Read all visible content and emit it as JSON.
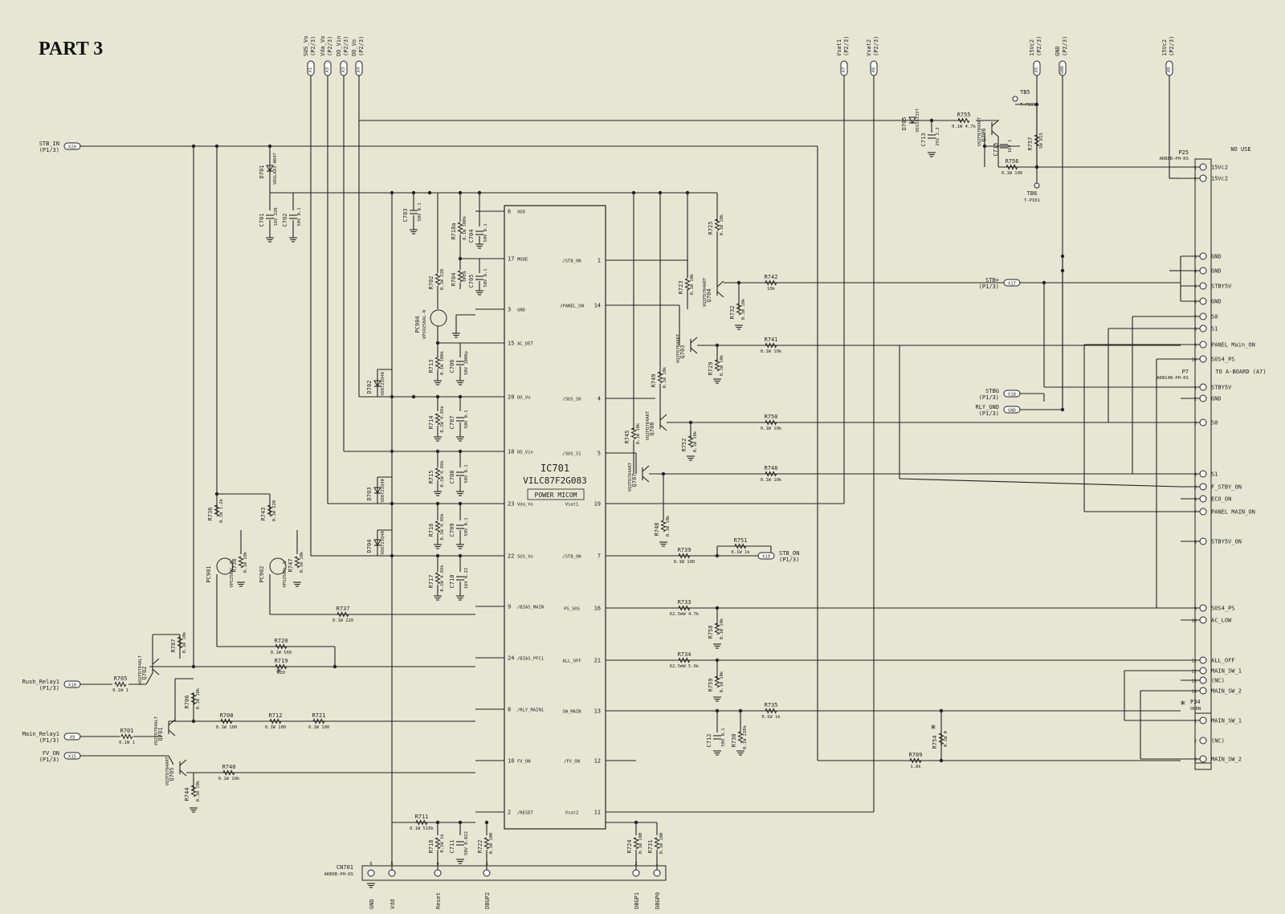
{
  "title": "PART 3",
  "ic": {
    "ref": "IC701",
    "part": "VILC87F2G083",
    "function": "POWER MICOM"
  },
  "left_pins": [
    {
      "num": "6",
      "name": "VDD"
    },
    {
      "num": "17",
      "name": "MODE"
    },
    {
      "num": "3",
      "name": "GND"
    },
    {
      "num": "15",
      "name": "AC_DET"
    },
    {
      "num": "20",
      "name": "DD_Vo"
    },
    {
      "num": "18",
      "name": "DD_Vin"
    },
    {
      "num": "23",
      "name": "Vda_Vo"
    },
    {
      "num": "22",
      "name": "SUS_Vo"
    },
    {
      "num": "9",
      "name": "/BIAS_MAIN"
    },
    {
      "num": "24",
      "name": "/BIAS_PFC1"
    },
    {
      "num": "8",
      "name": "/RLY_MAIN1"
    },
    {
      "num": "10",
      "name": "FV_ON"
    },
    {
      "num": "2",
      "name": "/RESET"
    }
  ],
  "right_pins": [
    {
      "num": "1",
      "name": "/STB_ON"
    },
    {
      "num": "14",
      "name": "/PANEL_ON"
    },
    {
      "num": "4",
      "name": "/SUS_S0"
    },
    {
      "num": "5",
      "name": "/SUS_S1"
    },
    {
      "num": "19",
      "name": "Vsat1"
    },
    {
      "num": "7",
      "name": "/STB_ON"
    },
    {
      "num": "16",
      "name": "PS_SOS"
    },
    {
      "num": "21",
      "name": "ALL_OFF"
    },
    {
      "num": "13",
      "name": "SW_MAIN"
    },
    {
      "num": "12",
      "name": "/FV_ON"
    },
    {
      "num": "11",
      "name": "Vsat2"
    }
  ],
  "top_ports": [
    {
      "id": "X1",
      "name": "SUS_Vo",
      "sheet": "(P2/3)"
    },
    {
      "id": "X2",
      "name": "Vda_Vo",
      "sheet": "(P2/3)"
    },
    {
      "id": "X3",
      "name": "DD_Vin",
      "sheet": "(P2/3)"
    },
    {
      "id": "X4",
      "name": "DD_Vo",
      "sheet": "(P2/3)"
    },
    {
      "id": "X7",
      "name": "Vsat1",
      "sheet": "(P2/3)"
    },
    {
      "id": "X6",
      "name": "Vsat2",
      "sheet": "(P2/3)"
    },
    {
      "id": "X5",
      "name": "15Vc2",
      "sheet": "(P2/3)"
    },
    {
      "id": "GND",
      "name": "GND",
      "sheet": "(P2/3)"
    },
    {
      "id": "X8",
      "name": "15Vc2",
      "sheet": "(P2/3)"
    }
  ],
  "left_ports": [
    {
      "id": "X20",
      "name": "STB_IN",
      "sheet": "(P1/3)"
    },
    {
      "id": "X10",
      "name": "Rush_Relay1",
      "sheet": "(P1/3)"
    },
    {
      "id": "X9",
      "name": "Main_Relay1",
      "sheet": "(P1/3)"
    },
    {
      "id": "X15",
      "name": "FV_ON",
      "sheet": "(P1/3)"
    }
  ],
  "mid_ports": [
    {
      "id": "X17",
      "name": "STB+",
      "sheet": "(P1/3)"
    },
    {
      "id": "X18",
      "name": "STBG",
      "sheet": "(P1/3)"
    },
    {
      "id": "GND",
      "name": "RLY_GND",
      "sheet": "(P1/3)"
    },
    {
      "id": "X19",
      "name": "STB_ON",
      "sheet": "(P1/3)"
    }
  ],
  "connectors": {
    "p25": {
      "ref": "P25",
      "part": "AKB8B-PH-KS",
      "note": "NO USE",
      "pins": [
        {
          "n": "1",
          "label": "15Vc2"
        },
        {
          "n": "2",
          "label": "15Vc2"
        },
        {
          "n": "3",
          "label": "GND"
        },
        {
          "n": "4",
          "label": "GND"
        },
        {
          "n": "5",
          "label": "STBY5V"
        },
        {
          "n": "6",
          "label": "GND"
        },
        {
          "n": "7",
          "label": "S0"
        },
        {
          "n": "8",
          "label": "S1"
        },
        {
          "n": "9",
          "label": "PANEL Main_ON"
        },
        {
          "n": "10",
          "label": "SOS4_PS"
        }
      ]
    },
    "p7": {
      "ref": "P7",
      "part": "AKB14B-PH-KS",
      "note": "TO A-BOARD (A7)",
      "pins": [
        {
          "n": "1",
          "label": "STBY5V"
        },
        {
          "n": "2",
          "label": "GND"
        },
        {
          "n": "3",
          "label": "S0"
        },
        {
          "n": "4",
          "label": "S1"
        },
        {
          "n": "5",
          "label": "F_STBY_ON"
        },
        {
          "n": "6",
          "label": "ECO_ON"
        },
        {
          "n": "7",
          "label": "PANEL MAIN_ON"
        },
        {
          "n": "8",
          "label": "STBY5V_ON"
        },
        {
          "n": "9",
          "label": "SOS4_PS"
        },
        {
          "n": "10",
          "label": "AC_LOW"
        },
        {
          "n": "11",
          "label": "ALL_OFF"
        },
        {
          "n": "12",
          "label": "MAIN_SW_1"
        },
        {
          "n": "13",
          "label": "(NC)"
        },
        {
          "n": "14",
          "label": "MAIN_SW_2"
        }
      ]
    },
    "p34": {
      "ref": "P34",
      "part": "OPEN",
      "note": "*",
      "pins": [
        {
          "n": "1",
          "label": "MAIN_SW_1"
        },
        {
          "n": "2",
          "label": "(NC)"
        },
        {
          "n": "3",
          "label": "MAIN_SW_2"
        }
      ]
    },
    "cn701": {
      "ref": "CN701",
      "part": "AKB6B-PH-KS",
      "pins": [
        {
          "n": "6",
          "label": "GND"
        },
        {
          "n": "5",
          "label": "Vdd"
        },
        {
          "n": "4",
          "label": "Reset"
        },
        {
          "n": "3",
          "label": "DBGP2"
        },
        {
          "n": "2",
          "label": "DBGP1"
        },
        {
          "n": "1",
          "label": "DBGP0"
        }
      ]
    }
  },
  "components": {
    "D701": "VDSLA93-004T",
    "C701": "16V 220",
    "C702": "50V 0.1",
    "C703": "50V 0.1",
    "R718a": "0.1W 100k",
    "C704": "50V 0.1",
    "R702": "0.1W 220",
    "R704": "OPEN",
    "C705": "50V 0.1",
    "PC904": "VPS9250AL-N",
    "R713": "0.1W 100k",
    "C706": "50V 1000p",
    "D702": "VD8721Q40",
    "R714": "0.1W 4.99k",
    "C707": "50V 0.1",
    "R715": "0.1W 4.99k",
    "C708": "50V 0.1",
    "D703": "VD8721Q40",
    "R716": "0.1W 4.99k",
    "C709": "50V 0.1",
    "D704": "VD8721Q40",
    "R717": "0.1W 4.99k",
    "C710": "16V 0.22",
    "R736": "0.1W 1.2k",
    "R743": "0.1W 220",
    "R738": "0.1W 10k",
    "R747": "0.1W 10k",
    "PC901": "VPS250AL-N",
    "PC902": "VPS250AL-N",
    "R737": "0.1W 220",
    "R720": "0.1W 560",
    "R719": "R20",
    "Q702": "VQ2FD784ALT",
    "R787": "0.1W 10k",
    "R705": "0.1W 1",
    "Q701": "VQ2FD784ALT",
    "R706": "0.1W 10k",
    "R701": "0.1W 1",
    "R708": "0.1W 100",
    "R712": "0.1W 100",
    "R721": "0.1W 100",
    "Q705": "VQ2FD784ART",
    "R740": "0.1W 10k",
    "R744": "0.1W 10k",
    "R711": "0.1W 510k",
    "R718": "0.1W 1k",
    "C711": "50V 0.022",
    "R722": "0.1W 100",
    "R724": "0.1W 100",
    "R731": "0.1W 100",
    "R725": "0.1W 10k",
    "Q704": "VQ2FD784ART",
    "R723": "0.1W 10k",
    "R742": "10k",
    "R732": "0.1W 10k",
    "Q703": "VQ2FD784ART",
    "R729": "0.1W 10k",
    "R741": "0.1W 10k",
    "R749": "0.1W 10k",
    "Q708": "VQ2FD784ART",
    "R750": "0.1W 10k",
    "R752": "0.1W 10k",
    "R745": "0.1W 10k",
    "Q707": "VQ2FD784ART",
    "R746": "0.1W 10k",
    "R748": "0.1W 10k",
    "R739": "0.1W 100",
    "R751": "0.1W 1k",
    "R733": "62.5mW 4.7k",
    "R758": "0.1W 10k",
    "R734": "62.5mW 5.6k",
    "R759": "0.1W 10k",
    "R735": "0.1W 1k",
    "C712": "50V 0.1",
    "R730": "0.1W 220k",
    "R754": "0.1W 0",
    "R709": "1.8k",
    "D705": "VD1SS133T",
    "C713": "25V 2.2",
    "R755": "0.1W 4.7k",
    "Q706": "VQ2FB709ART",
    "C715": "16V 1",
    "R757": "5W R15",
    "R756": "0.1W 100",
    "TB5": "T-PI01",
    "TB6": "T-PI01"
  }
}
